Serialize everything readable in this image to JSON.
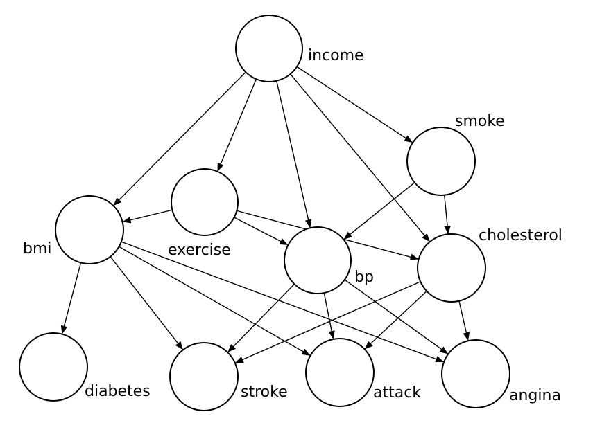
{
  "nodes": {
    "income": "income",
    "smoke": "smoke",
    "exercise": "exercise",
    "bmi": "bmi",
    "bp": "bp",
    "cholesterol": "cholesterol",
    "diabetes": "diabetes",
    "stroke": "stroke",
    "attack": "attack",
    "angina": "angina"
  },
  "edges": [
    [
      "income",
      "bmi"
    ],
    [
      "income",
      "exercise"
    ],
    [
      "income",
      "bp"
    ],
    [
      "income",
      "cholesterol"
    ],
    [
      "income",
      "smoke"
    ],
    [
      "smoke",
      "bp"
    ],
    [
      "smoke",
      "cholesterol"
    ],
    [
      "exercise",
      "bmi"
    ],
    [
      "exercise",
      "bp"
    ],
    [
      "exercise",
      "cholesterol"
    ],
    [
      "bmi",
      "diabetes"
    ],
    [
      "bmi",
      "stroke"
    ],
    [
      "bmi",
      "attack"
    ],
    [
      "bmi",
      "angina"
    ],
    [
      "bp",
      "stroke"
    ],
    [
      "bp",
      "attack"
    ],
    [
      "bp",
      "angina"
    ],
    [
      "cholesterol",
      "stroke"
    ],
    [
      "cholesterol",
      "attack"
    ],
    [
      "cholesterol",
      "angina"
    ]
  ]
}
